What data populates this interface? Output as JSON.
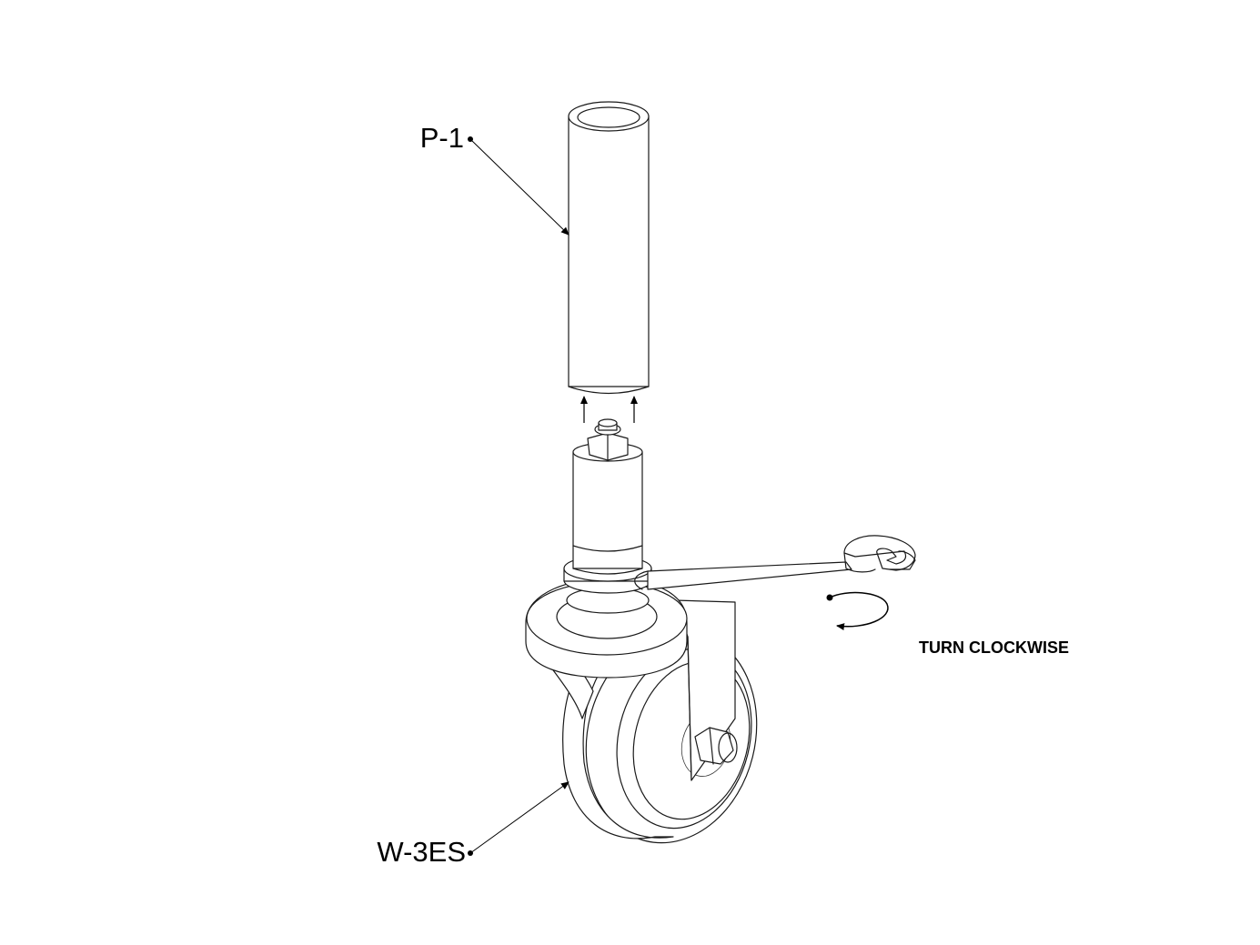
{
  "labels": {
    "pipe_part": "P-1",
    "caster_part": "W-3ES",
    "instruction": "TURN CLOCKWISE"
  },
  "icons": {
    "lift_arrows": "up-arrow-icon",
    "rotation": "clockwise-arrow-icon",
    "tool": "wrench-icon"
  },
  "colors": {
    "line": "#1a1a1a",
    "background": "#ffffff"
  }
}
